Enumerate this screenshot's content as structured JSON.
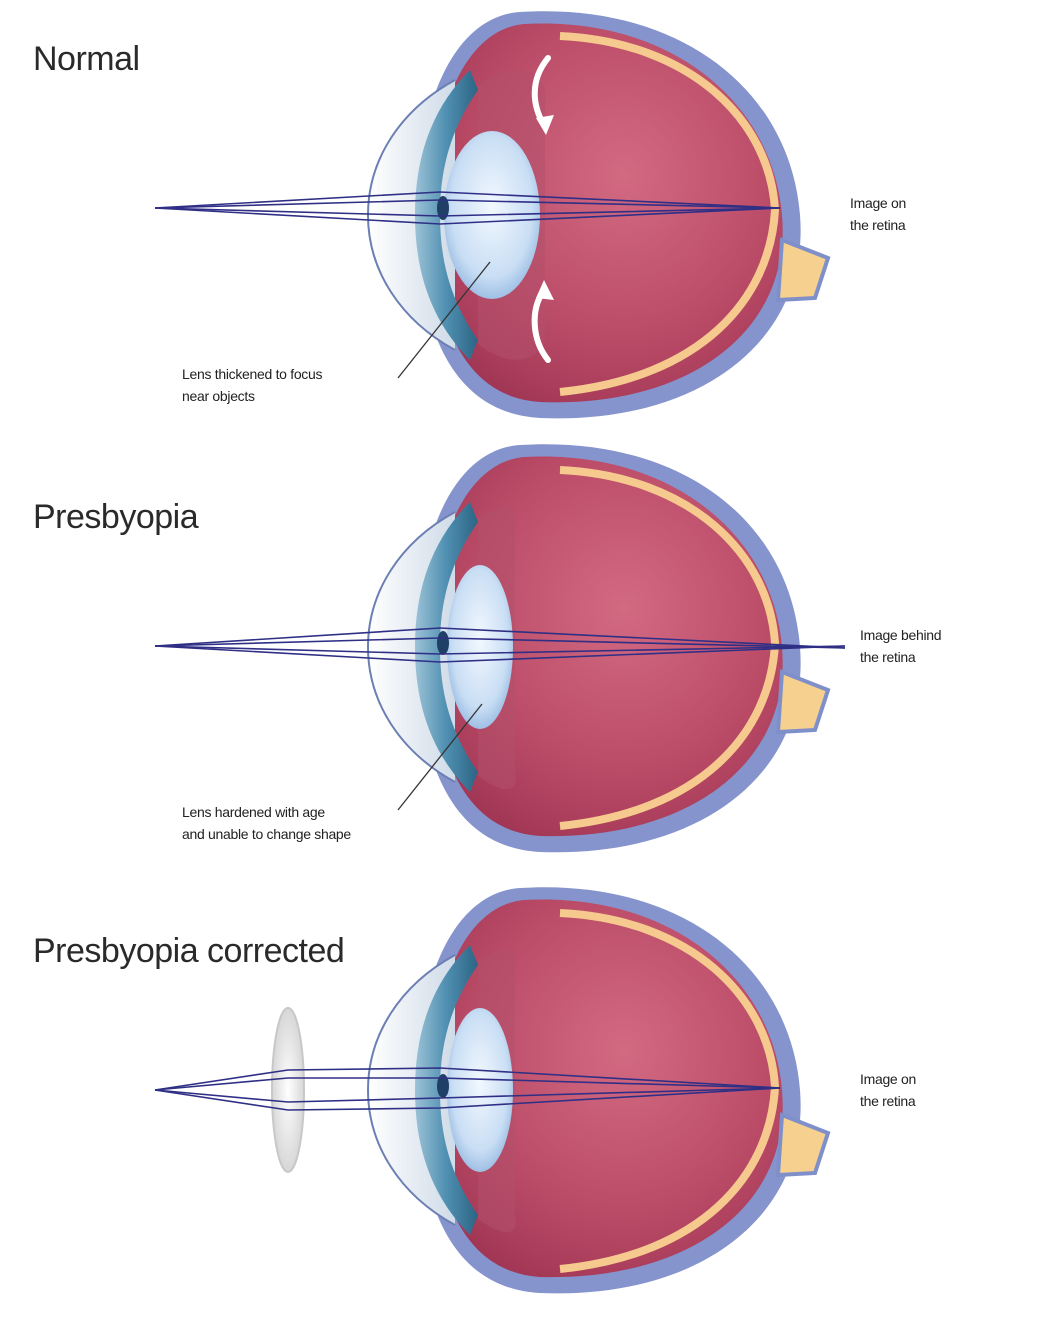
{
  "panels": [
    {
      "title": "Normal",
      "right_label": [
        "Image on",
        "the retina"
      ],
      "bottom_label": [
        "Lens thickened to focus",
        "near objects"
      ]
    },
    {
      "title": "Presbyopia",
      "right_label": [
        "Image behind",
        "the retina"
      ],
      "bottom_label": [
        "Lens hardened with age",
        "and unable to change shape"
      ]
    },
    {
      "title": "Presbyopia corrected",
      "right_label": [
        "Image on",
        "the retina"
      ]
    }
  ],
  "colors": {
    "sclera": "#7f8fc9",
    "eyeball": "#b94a66",
    "retina_band": "#f6c98f",
    "cornea": "#dfe8f1",
    "iris": "#3f7fa0",
    "lens": "#bfd7f0",
    "optic_nerve": "#f6d08f",
    "ray": "#2f2f86"
  }
}
